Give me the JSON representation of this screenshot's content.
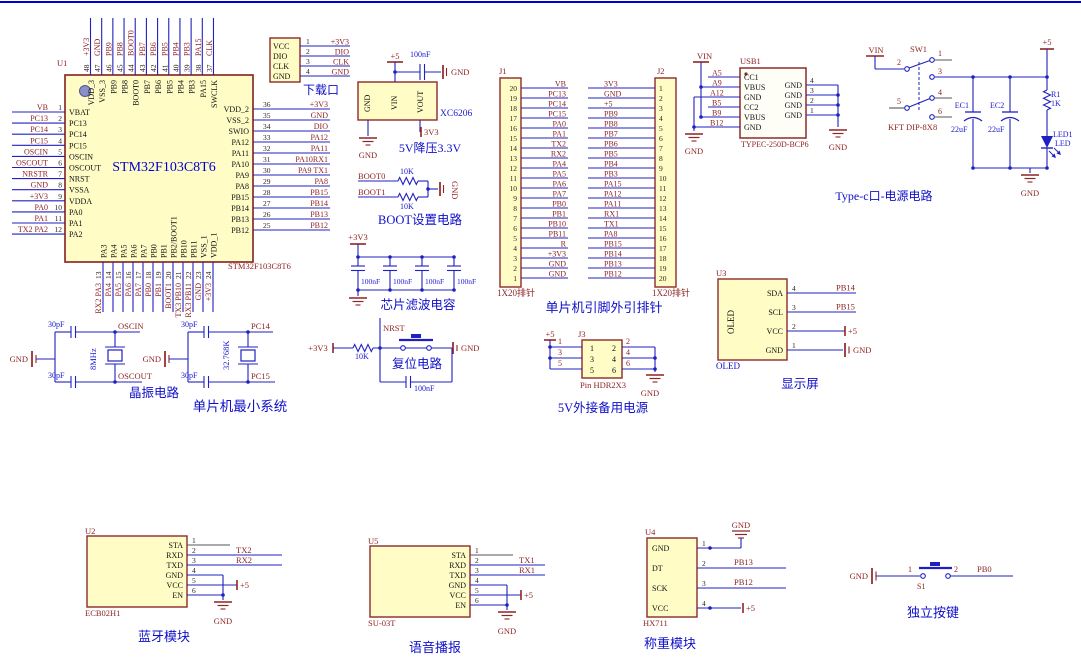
{
  "colors": {
    "wire": "#2020c0",
    "net": "#8f2424",
    "caption": "#0f0fc8",
    "value": "#1a1acd",
    "pin_name": "#101010",
    "pin_num": "#33221a",
    "part_fill": "#fffdc5",
    "part_border": "#8b2b2b",
    "usb_fill": "#fffef6",
    "title": "#0000d0",
    "top_bar": "#0000d8",
    "marker": "#8890c8"
  },
  "u1": {
    "designator": "U1",
    "title": "STM32F103C8T6",
    "footer": "STM32F103C8T6",
    "left": [
      [
        "1",
        "VBAT",
        "VB"
      ],
      [
        "2",
        "PC13",
        "PC13"
      ],
      [
        "3",
        "PC14",
        "PC14"
      ],
      [
        "4",
        "PC15",
        "PC15"
      ],
      [
        "5",
        "OSCIN",
        "OSCIN"
      ],
      [
        "6",
        "OSCOUT",
        "OSCOUT"
      ],
      [
        "7",
        "NRST",
        "NRSTR"
      ],
      [
        "8",
        "VSSA",
        "GND"
      ],
      [
        "9",
        "VDDA",
        "+3V3"
      ],
      [
        "10",
        "PA0",
        "PA0"
      ],
      [
        "11",
        "PA1",
        "PA1"
      ],
      [
        "12",
        "PA2",
        "TX2  PA2"
      ]
    ],
    "right": [
      [
        "36",
        "VDD_2",
        "+3V3"
      ],
      [
        "35",
        "VSS_2",
        "GND"
      ],
      [
        "34",
        "SWIO",
        "DIO"
      ],
      [
        "33",
        "PA12",
        "PA12"
      ],
      [
        "32",
        "PA11",
        "PA11"
      ],
      [
        "31",
        "PA10",
        "PA10RX1"
      ],
      [
        "30",
        "PA9",
        "PA9 TX1"
      ],
      [
        "29",
        "PA8",
        "PA8"
      ],
      [
        "28",
        "PB15",
        "PB15"
      ],
      [
        "27",
        "PB14",
        "PB14"
      ],
      [
        "26",
        "PB13",
        "PB13"
      ],
      [
        "25",
        "PB12",
        "PB12"
      ]
    ],
    "top": [
      [
        "48",
        "VDD_3",
        "+3V3"
      ],
      [
        "47",
        "VSS_3",
        "GND"
      ],
      [
        "46",
        "PB9",
        "PB9"
      ],
      [
        "45",
        "PB8",
        "PB8"
      ],
      [
        "44",
        "BOOT0",
        "BOOT0"
      ],
      [
        "43",
        "PB7",
        "PB7"
      ],
      [
        "42",
        "PB6",
        "PB6"
      ],
      [
        "41",
        "PB5",
        "PB5"
      ],
      [
        "40",
        "PB4",
        "PB4"
      ],
      [
        "39",
        "PB3",
        "PB3"
      ],
      [
        "38",
        "PA15",
        "PA15"
      ],
      [
        "37",
        "SWCLK",
        "CLK"
      ]
    ],
    "bottom": [
      [
        "13",
        "PA3",
        "RX2 PA3"
      ],
      [
        "14",
        "PA4",
        "PA4"
      ],
      [
        "15",
        "PA5",
        "PA5"
      ],
      [
        "16",
        "PA6",
        "PA6"
      ],
      [
        "17",
        "PA7",
        "PA7"
      ],
      [
        "18",
        "PB0",
        "PB0"
      ],
      [
        "19",
        "PB1",
        "PB1"
      ],
      [
        "20",
        "PB2/BOOT1",
        "BOOT1"
      ],
      [
        "21",
        "PB10",
        "TX3 PB10"
      ],
      [
        "22",
        "PB11",
        "RX3 PB11"
      ],
      [
        "23",
        "VSS_1",
        "GND"
      ],
      [
        "24",
        "VDD_1",
        "+3V3"
      ]
    ]
  },
  "download": {
    "pins": [
      [
        "1",
        "VCC",
        "+3V3"
      ],
      [
        "2",
        "DIO",
        "DIO"
      ],
      [
        "3",
        "CLK",
        "CLK"
      ],
      [
        "4",
        "GND",
        "GND"
      ]
    ],
    "caption": "下载口"
  },
  "regulator": {
    "power": "+5",
    "cap": "100nF",
    "gnd_right": "GND",
    "pin_gnd": "GND",
    "pin_vin": "VIN",
    "pin_vout": "VOUT",
    "out": "3V3",
    "part": "XC6206",
    "gnd": "GND",
    "caption": "5V降压3.3V"
  },
  "boot": {
    "rows": [
      [
        "BOOT0",
        "10K"
      ],
      [
        "BOOT1",
        "10K"
      ]
    ],
    "gnd": "GND",
    "caption": "BOOT设置电路"
  },
  "filter": {
    "power": "+3V3",
    "caps": [
      "100nF",
      "100nF",
      "100nF",
      "100nF"
    ],
    "caption": "芯片滤波电容"
  },
  "j1": {
    "designator": "J1",
    "part": "1X20排针",
    "pins": [
      [
        "20",
        "VB"
      ],
      [
        "19",
        "PC13"
      ],
      [
        "18",
        "PC14"
      ],
      [
        "17",
        "PC15"
      ],
      [
        "16",
        "PA0"
      ],
      [
        "15",
        "PA1"
      ],
      [
        "14",
        "TX2"
      ],
      [
        "13",
        "RX2"
      ],
      [
        "12",
        "PA4"
      ],
      [
        "11",
        "PA5"
      ],
      [
        "10",
        "PA6"
      ],
      [
        "9",
        "PA7"
      ],
      [
        "8",
        "PB0"
      ],
      [
        "7",
        "PB1"
      ],
      [
        "6",
        "PB10"
      ],
      [
        "5",
        "PB11"
      ],
      [
        "4",
        "R"
      ],
      [
        "3",
        "+3V3"
      ],
      [
        "2",
        "GND"
      ],
      [
        "1",
        "GND"
      ]
    ]
  },
  "j2": {
    "designator": "J2",
    "part": "1X20排针",
    "pins": [
      [
        "1",
        "3V3"
      ],
      [
        "2",
        "GND"
      ],
      [
        "3",
        "+5"
      ],
      [
        "4",
        "PB9"
      ],
      [
        "5",
        "PB8"
      ],
      [
        "6",
        "PB7"
      ],
      [
        "7",
        "PB6"
      ],
      [
        "8",
        "PB5"
      ],
      [
        "9",
        "PB4"
      ],
      [
        "10",
        "PB3"
      ],
      [
        "11",
        "PA15"
      ],
      [
        "12",
        "PA12"
      ],
      [
        "13",
        "PA11"
      ],
      [
        "14",
        "RX1"
      ],
      [
        "15",
        "TX1"
      ],
      [
        "16",
        "PA8"
      ],
      [
        "17",
        "PB15"
      ],
      [
        "18",
        "PB14"
      ],
      [
        "19",
        "PB13"
      ],
      [
        "20",
        "PB12"
      ]
    ]
  },
  "headers_caption": "单片机引脚外引排针",
  "usb": {
    "designator": "USB1",
    "vin": "VIN",
    "part": "TYPEC-250D-BCP6",
    "gnd_left": "GND",
    "gnd_right": "GND",
    "left": [
      [
        "A5",
        "CC1"
      ],
      [
        "A9",
        "VBUS"
      ],
      [
        "A12",
        "GND"
      ],
      [
        "B5",
        "CC2"
      ],
      [
        "B9",
        "VBUS"
      ],
      [
        "B12",
        "GND"
      ]
    ],
    "right": [
      [
        "4",
        "GND"
      ],
      [
        "3",
        "GND"
      ],
      [
        "2",
        "GND"
      ],
      [
        "1",
        "GND"
      ]
    ]
  },
  "powerblk": {
    "designator": "SW1",
    "part": "KFT DIP-8X8",
    "vin": "VIN",
    "power": "+5",
    "nums": [
      "1",
      "2",
      "3",
      "4",
      "5",
      "6"
    ],
    "ec1_ref": "EC1",
    "ec1_val": "22uF",
    "ec2_ref": "EC2",
    "ec2_val": "22uF",
    "r_ref": "R1",
    "r_val": "1K",
    "led_ref": "LED1",
    "led_val": "LED",
    "gnd": "GND",
    "caption": "Type-c口-电源电路"
  },
  "xtal_l": {
    "cap_top": "30pF",
    "cap_bot": "30pF",
    "freq": "8MHz",
    "net_top": "OSCIN",
    "net_bot": "OSCOUT",
    "gnd": "GND",
    "caption": "晶振电路"
  },
  "xtal_r": {
    "cap_top": "30pF",
    "cap_bot": "30pF",
    "freq": "32.768K",
    "net_top": "PC14",
    "net_bot": "PC15",
    "gnd": "GND"
  },
  "mcu_caption": "单片机最小系统",
  "reset": {
    "power": "+3V3",
    "r": "10K",
    "net": "NRST",
    "cap": "100nF",
    "gnd": "GND",
    "caption": "复位电路"
  },
  "j3": {
    "designator": "J3",
    "power": "+5",
    "part": "Pin HDR2X3",
    "gnd": "GND",
    "left_nums": [
      "1",
      "3",
      "5"
    ],
    "right_nums": [
      "2",
      "4",
      "6"
    ],
    "grid": [
      [
        "1",
        "2"
      ],
      [
        "3",
        "4"
      ],
      [
        "5",
        "6"
      ]
    ],
    "caption": "5V外接备用电源"
  },
  "oled": {
    "designator": "U3",
    "body": "OLED",
    "part": "OLED",
    "caption": "显示屏",
    "pins": [
      [
        "4",
        "SDA",
        "PB14"
      ],
      [
        "3",
        "SCL",
        "PB15"
      ],
      [
        "2",
        "VCC",
        "+5"
      ],
      [
        "1",
        "GND",
        "GND"
      ]
    ]
  },
  "bt": {
    "designator": "U2",
    "part": "ECB02H1",
    "power": "+5",
    "gnd": "GND",
    "caption": "蓝牙模块",
    "pins": [
      [
        "1",
        "STA",
        ""
      ],
      [
        "2",
        "RXD",
        "TX2"
      ],
      [
        "3",
        "TXD",
        "RX2"
      ],
      [
        "4",
        "GND",
        ""
      ],
      [
        "5",
        "VCC",
        "+5"
      ],
      [
        "6",
        "EN",
        ""
      ]
    ]
  },
  "voice": {
    "designator": "U5",
    "part": "SU-03T",
    "power": "+5",
    "gnd": "GND",
    "caption": "语音播报",
    "pins": [
      [
        "1",
        "STA",
        ""
      ],
      [
        "2",
        "RXD",
        "TX1"
      ],
      [
        "3",
        "TXD",
        "RX1"
      ],
      [
        "4",
        "GND",
        ""
      ],
      [
        "5",
        "VCC",
        "+5"
      ],
      [
        "6",
        "EN",
        ""
      ]
    ]
  },
  "scale": {
    "designator": "U4",
    "part": "HX711",
    "gnd_top": "GND",
    "power": "+5",
    "caption": "称重模块",
    "pins": [
      [
        "1",
        "GND",
        "GND"
      ],
      [
        "2",
        "DT",
        "PB13"
      ],
      [
        "3",
        "SCK",
        "PB12"
      ],
      [
        "4",
        "VCC",
        "+5"
      ]
    ]
  },
  "key": {
    "designator": "S1",
    "gnd": "GND",
    "n1": "1",
    "n2": "2",
    "net": "PB0",
    "caption": "独立按键"
  }
}
